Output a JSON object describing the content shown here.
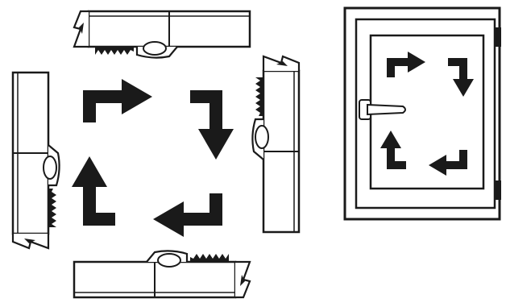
{
  "figure": {
    "panels": [
      {
        "id": "left",
        "subject": "hinge-clip",
        "orientations": [
          "top",
          "right",
          "bottom",
          "left"
        ],
        "rotation": "clockwise"
      },
      {
        "id": "right",
        "subject": "window-frame-with-handle",
        "rotation": "clockwise"
      }
    ],
    "colors": {
      "ink": "#1a1a1a",
      "paper": "#ffffff"
    },
    "icons": [
      "clip-icon",
      "arrow-icon",
      "handle-icon",
      "hinge-icon"
    ]
  }
}
